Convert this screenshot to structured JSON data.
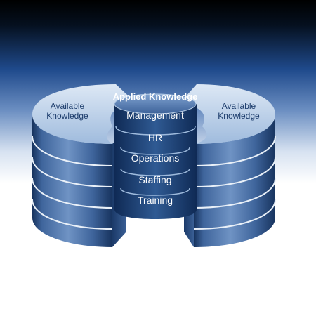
{
  "diagram": {
    "left_label_line1": "Available",
    "left_label_line2": "Knowledge",
    "right_label_line1": "Available",
    "right_label_line2": "Knowledge",
    "core": {
      "top": "Applied Knowledge",
      "layers": [
        "Management",
        "HR",
        "Operations",
        "Staffing",
        "Training"
      ]
    }
  },
  "colors": {
    "background_top": "#000000",
    "background_mid": "#1f4a8c",
    "background_bottom": "#ffffff",
    "ring_dark": "#17335e",
    "ring_mid": "#3f659c",
    "ring_light": "#8fb0d6",
    "ring_top": "#cbdcf0",
    "core_dark": "#0f2a55",
    "core_mid": "#294f86",
    "text_dark": "#1a3a6a",
    "text_light": "#ffffff"
  }
}
